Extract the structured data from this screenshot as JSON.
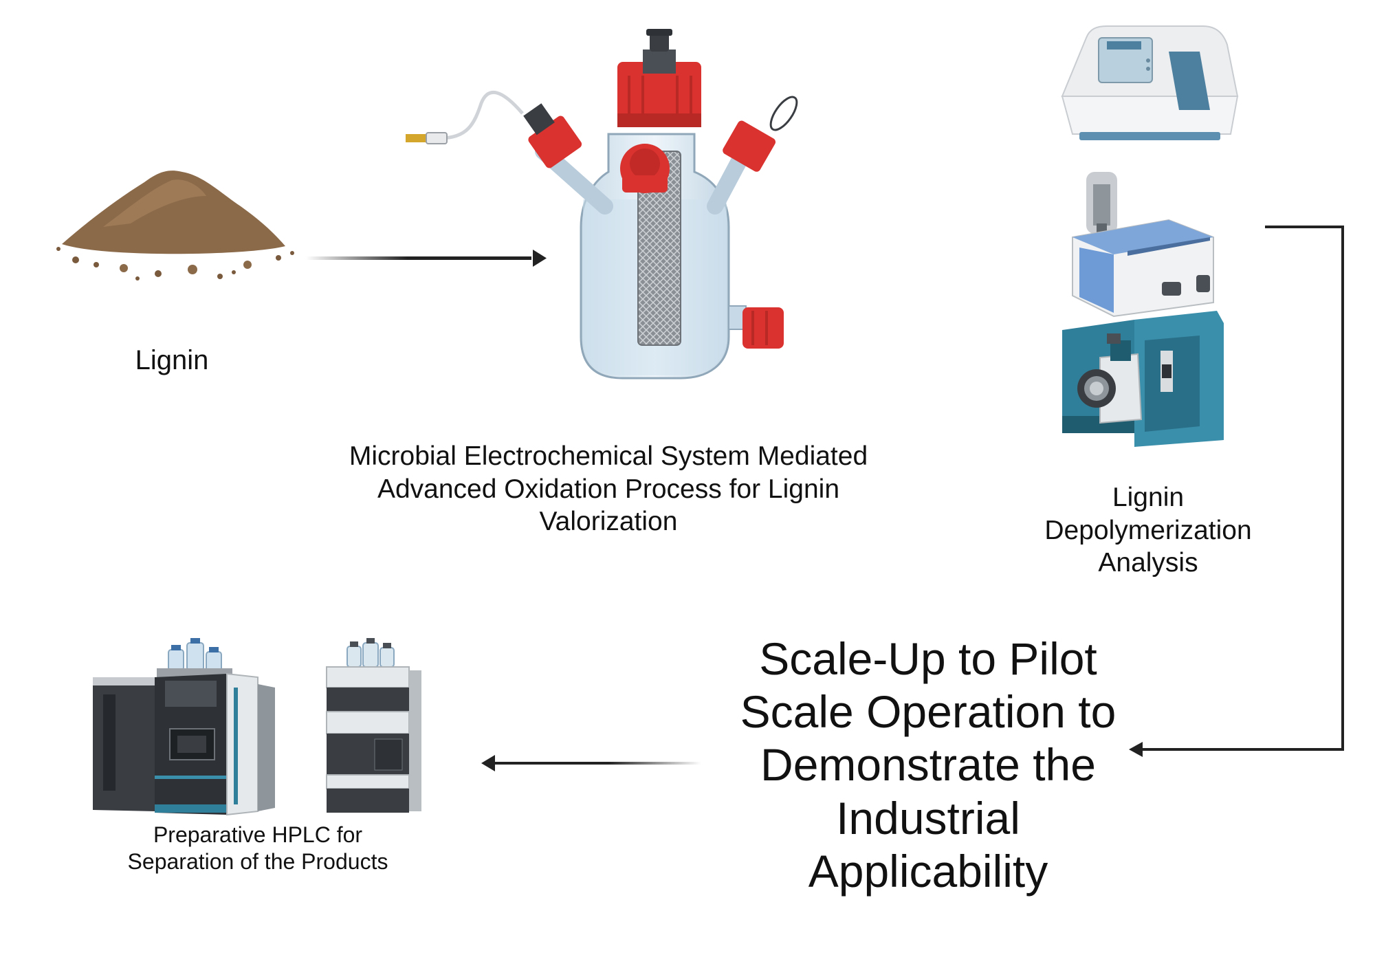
{
  "nodes": {
    "lignin": {
      "label": [
        "Lignin"
      ]
    },
    "mes_reactor": {
      "label": [
        "Microbial Electrochemical System Mediated",
        "Advanced Oxidation Process for Lignin",
        "Valorization"
      ]
    },
    "analysis": {
      "label": [
        "Lignin",
        "Depolymerization",
        "Analysis"
      ]
    },
    "scale_up": {
      "label": [
        "Scale-Up to Pilot",
        "Scale Operation to",
        "Demonstrate the",
        "Industrial",
        "Applicability"
      ]
    },
    "hplc": {
      "label": [
        "Preparative HPLC for",
        "Separation of the Products"
      ]
    }
  },
  "colors": {
    "lignin_brown": "#8b6a4a",
    "cap_red": "#d9322f",
    "glass": "#dde9f1",
    "instrument_teal": "#2f7f9a",
    "instrument_blue": "#6e9bd6",
    "arrow": "#222222"
  },
  "icons": [
    "lignin-powder-pile",
    "electrochemical-reactor-flask",
    "spectrophotometer",
    "mass-spectrometer",
    "lc-ms-system",
    "preparative-hplc-system",
    "hplc-stack"
  ]
}
